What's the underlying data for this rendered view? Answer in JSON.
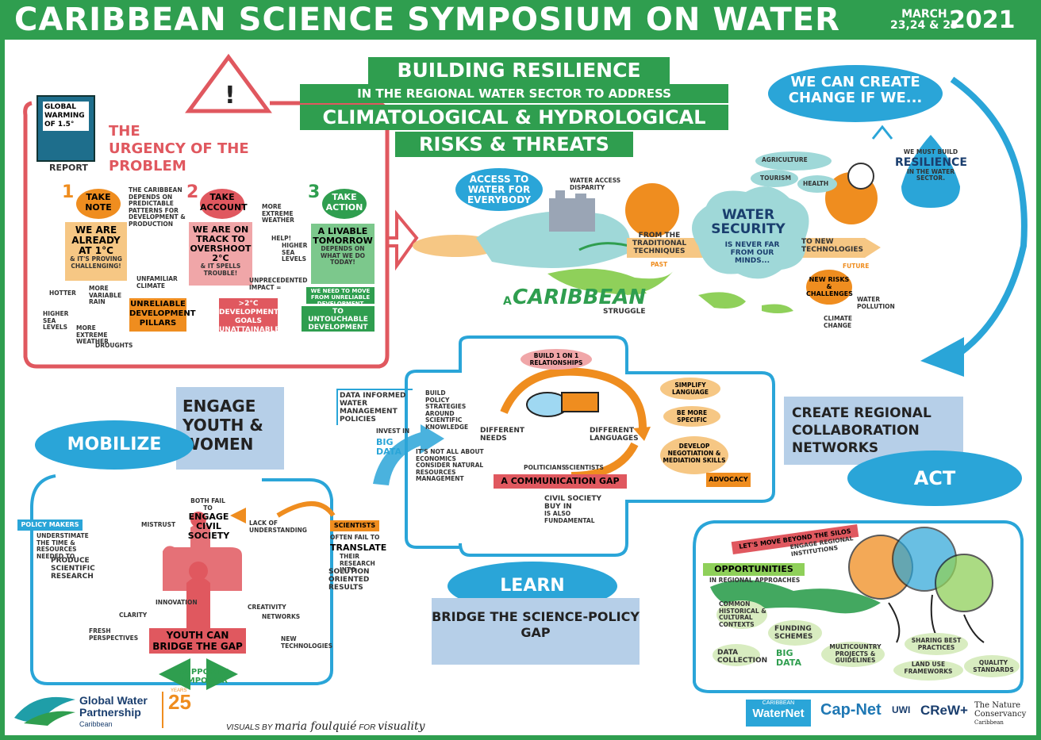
{
  "colors": {
    "green": "#2f9e4f",
    "blue": "#2aa5d8",
    "red": "#e0585f",
    "orange": "#ef8d1f",
    "pink": "#f0a6a8",
    "teal_light": "#9fd8d8",
    "sand": "#f6c784",
    "gray_blue": "#b6cfe8"
  },
  "header": {
    "title": "CARIBBEAN SCIENCE SYMPOSIUM ON WATER",
    "date_line1": "MARCH",
    "date_line2": "23,24 & 25",
    "year": "2021"
  },
  "banner": {
    "line1": "BUILDING RESILIENCE",
    "line2": "IN THE REGIONAL WATER SECTOR TO ADDRESS",
    "line3": "CLIMATOLOGICAL & HYDROLOGICAL",
    "line4": "RISKS & THREATS"
  },
  "urgency": {
    "report_title": "GLOBAL WARMING OF 1.5°",
    "report_label": "REPORT",
    "title_line1": "THE",
    "title_line2": "URGENCY OF THE",
    "title_line3": "PROBLEM",
    "step1": {
      "number": "1",
      "label": "TAKE NOTE",
      "big": "WE ARE ALREADY AT 1°C",
      "sub": "& IT'S PROVING CHALLENGING!"
    },
    "step2": {
      "number": "2",
      "label": "TAKE ACCOUNT",
      "big": "WE ARE ON TRACK TO OVERSHOOT 2°C",
      "sub": "& IT SPELLS TROUBLE!"
    },
    "step3": {
      "number": "3",
      "label": "TAKE ACTION",
      "big": "A LIVABLE TOMORROW",
      "sub": "DEPENDS ON WHAT WE DO TODAY!"
    },
    "caribbean_depends": "THE CARIBBEAN DEPENDS ON PREDICTABLE PATTERNS FOR DEVELOPMENT & PRODUCTION",
    "unfamiliar": "UNFAMILIAR CLIMATE",
    "unreliable": "UNRELIABLE DEVELOPMENT PILLARS",
    "extreme_weather": "MORE EXTREME WEATHER",
    "help": "HELP!",
    "higher_sea_right": "HIGHER SEA LEVELS",
    "unprecedented": "UNPRECEDENTED IMPACT =",
    "goals": ">2°C DEVELOPMENT GOALS UNATTAINABLE",
    "move_from": "WE NEED TO MOVE FROM UNRELIABLE DEVELOPMENT PILLARS",
    "untouchable": "TO UNTOUCHABLE DEVELOPMENT AGENDAS",
    "hotter": "HOTTER",
    "variable_rain": "MORE VARIABLE RAIN",
    "higher_sea": "HIGHER SEA LEVELS",
    "more_extreme": "MORE EXTREME WEATHER",
    "droughts": "DROUGHTS"
  },
  "caribbean": {
    "access": "ACCESS TO WATER FOR EVERYBODY",
    "disparity": "WATER ACCESS DISPARITY",
    "traditional": "FROM THE TRADITIONAL TECHNIQUES",
    "past": "PAST",
    "security_title": "WATER SECURITY",
    "security_sub": "IS NEVER FAR FROM OUR MINDS...",
    "new_tech": "TO NEW TECHNOLOGIES",
    "future": "FUTURE",
    "agriculture": "AGRICULTURE",
    "tourism": "TOURISM",
    "health": "HEALTH",
    "struggle_a": "A",
    "struggle_word": "CARIBBEAN",
    "struggle_sub": "STRUGGLE",
    "new_risks": "NEW RISKS & CHALLENGES",
    "water_pollution": "WATER POLLUTION",
    "climate_change": "CLIMATE CHANGE"
  },
  "change": {
    "bubble": "WE CAN CREATE CHANGE IF WE...",
    "resilience_pre": "WE MUST BUILD",
    "resilience": "RESILIENCE",
    "resilience_post": "IN THE WATER SECTOR."
  },
  "learn": {
    "build": "BUILD 1 ON 1 RELATIONSHIPS",
    "data_policies": "DATA INFORMED WATER MANAGEMENT POLICIES",
    "build_policy": "BUILD POLICY STRATEGIES AROUND SCIENTIFIC KNOWLEDGE",
    "invest": "INVEST IN",
    "big_data": "BIG DATA",
    "not_all": "IT'S NOT ALL ABOUT ECONOMICS CONSIDER NATURAL RESOURCES MANAGEMENT",
    "different_needs": "DIFFERENT NEEDS",
    "different_languages": "DIFFERENT LANGUAGES",
    "politicians": "POLITICIANS",
    "scientists": "SCIENTISTS",
    "gap": "A COMMUNICATION GAP",
    "simplify": "SIMPLIFY LANGUAGE",
    "specific": "BE MORE SPECIFIC",
    "negotiation": "DEVELOP NEGOTIATION & MEDIATION SKILLS",
    "advocacy": "ADVOCACY",
    "civil_society": "CIVIL SOCIETY",
    "buy_in": "BUY IN",
    "fundamental": "IS ALSO FUNDAMENTAL",
    "learn_label": "LEARN",
    "bridge": "BRIDGE THE SCIENCE-POLICY GAP"
  },
  "mobilize": {
    "engage": "ENGAGE YOUTH & WOMEN",
    "label": "MOBILIZE",
    "policy_makers": "POLICY MAKERS",
    "understimate": "UNDERSTIMATE THE TIME & RESOURCES NEEDED TO",
    "produce": "PRODUCE SCIENTIFIC RESEARCH",
    "both_fail": "BOTH FAIL TO",
    "engage_civil": "ENGAGE CIVIL SOCIETY",
    "mistrust": "MISTRUST",
    "lack": "LACK OF UNDERSTANDING",
    "scientists": "SCIENTISTS",
    "often_fail": "OFTEN FAIL TO",
    "translate": "TRANSLATE",
    "their_research": "THEIR RESEARCH INTO",
    "solution": "SOLUTION ORIENTED RESULTS",
    "innovation": "INNOVATION",
    "clarity": "CLARITY",
    "creativity": "CREATIVITY",
    "networks": "NETWORKS",
    "fresh": "FRESH PERSPECTIVES",
    "new_tech": "NEW TECHNOLOGIES",
    "youth": "YOUTH CAN BRIDGE THE GAP",
    "support": "SUPPORT & EMPOWER"
  },
  "act": {
    "collab": "CREATE REGIONAL COLLABORATION NETWORKS",
    "label": "ACT",
    "silos": "LET'S MOVE BEYOND THE SILOS",
    "silos_sub": "ENGAGE REGIONAL INSTITUTIONS",
    "opportunities": "OPPORTUNITIES",
    "opp_sub": "IN REGIONAL APPROACHES",
    "common": "COMMON HISTORICAL & CULTURAL CONTEXTS",
    "funding": "FUNDING SCHEMES",
    "data_collection": "DATA COLLECTION",
    "big_data": "BIG DATA",
    "multicountry": "MULTICOUNTRY PROJECTS & GUIDELINES",
    "sharing": "SHARING BEST PRACTICES",
    "land_use": "LAND USE FRAMEWORKS",
    "quality": "QUALITY STANDARDS"
  },
  "footer": {
    "gwp_line1": "Global Water",
    "gwp_line2": "Partnership",
    "gwp_line3": "Caribbean",
    "years_num": "25",
    "years_word": "YEARS",
    "credit_pre": "VISUALS BY",
    "artist": "maria foulquié",
    "credit_for": "FOR",
    "studio": "visuality",
    "logo_caribbean_top": "CARIBBEAN",
    "logo_waternet": "WaterNet",
    "logo_capnet": "Cap-Net",
    "logo_uwi": "UWI",
    "logo_crew": "CReW+",
    "logo_tnc1": "The Nature",
    "logo_tnc2": "Conservancy",
    "logo_tnc3": "Caribbean"
  }
}
